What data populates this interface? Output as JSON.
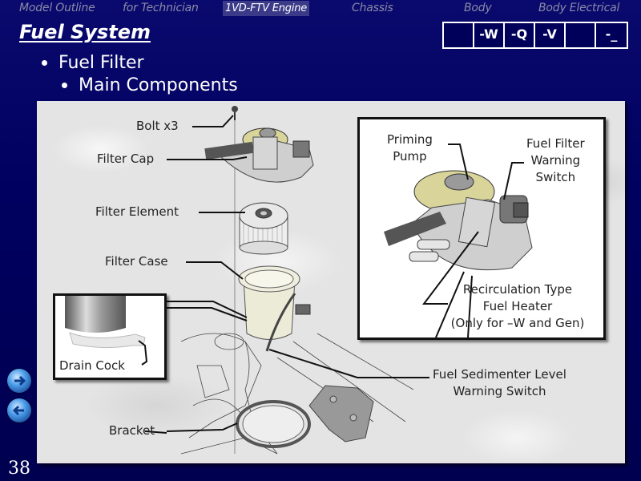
{
  "nav": {
    "items": [
      {
        "label": "Model Outline",
        "active": false
      },
      {
        "label": "for Technician",
        "active": false
      },
      {
        "label": "1VD-FTV Engine",
        "active": true
      },
      {
        "label": "Chassis",
        "active": false
      },
      {
        "label": "Body",
        "active": false
      },
      {
        "label": "Body Electrical",
        "active": false
      }
    ]
  },
  "page": {
    "title": "Fuel System",
    "number": "38"
  },
  "variants": [
    "",
    "-W",
    "-Q",
    "-V",
    "",
    "-_"
  ],
  "bullets": {
    "level1": "Fuel Filter",
    "level2": "Main Components"
  },
  "diagram": {
    "labels": {
      "bolt": "Bolt x3",
      "filter_cap": "Filter Cap",
      "filter_element": "Filter Element",
      "filter_case": "Filter Case",
      "drain_cock": "Drain Cock",
      "bracket": "Bracket",
      "priming_pump_1": "Priming",
      "priming_pump_2": "Pump",
      "warning_switch_1": "Fuel Filter",
      "warning_switch_2": "Warning",
      "warning_switch_3": "Switch",
      "heater_1": "Recirculation Type",
      "heater_2": "Fuel Heater",
      "heater_3": "(Only for –W and Gen)",
      "sedimenter_1": "Fuel Sedimenter Level",
      "sedimenter_2": "Warning Switch"
    }
  },
  "side_nav": {
    "next_icon": "next-arrow-icon",
    "prev_icon": "prev-arrow-icon"
  }
}
